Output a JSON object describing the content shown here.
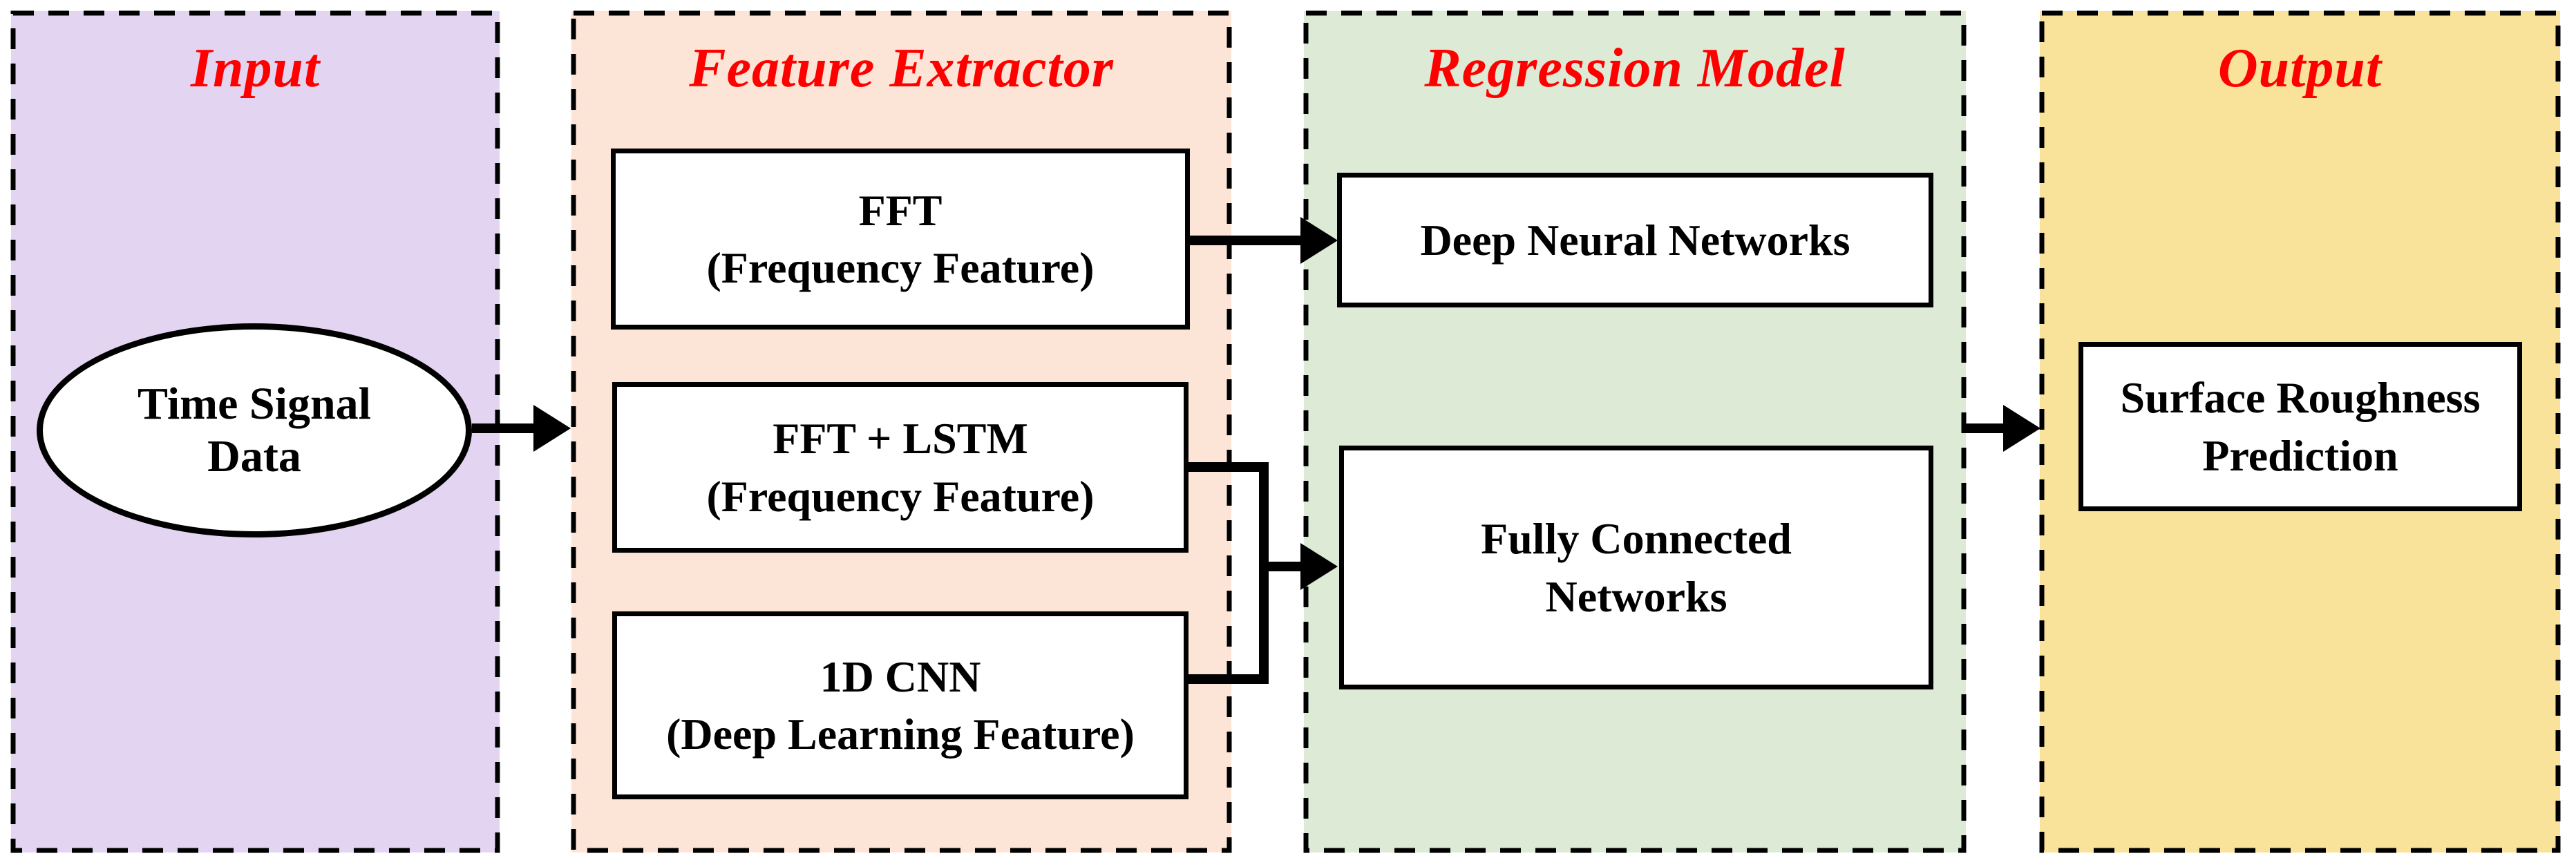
{
  "diagram": {
    "panels": [
      {
        "title": "Input"
      },
      {
        "title": "Feature Extractor"
      },
      {
        "title": "Regression Model"
      },
      {
        "title": "Output"
      }
    ],
    "input_node": {
      "line1": "Time Signal",
      "line2": "Data"
    },
    "extractor_boxes": [
      {
        "line1": "FFT",
        "line2": "(Frequency Feature)"
      },
      {
        "line1": "FFT + LSTM",
        "line2": "(Frequency Feature)"
      },
      {
        "line1": "1D CNN",
        "line2": "(Deep Learning Feature)"
      }
    ],
    "regression_boxes": [
      {
        "line1": "Deep Neural Networks"
      },
      {
        "line1": "Fully Connected",
        "line2": "Networks"
      }
    ],
    "output_box": {
      "line1": "Surface Roughness",
      "line2": "Prediction"
    },
    "colors": {
      "panel_fill_input": "#E3D5F1",
      "panel_fill_extractor": "#FCE4D6",
      "panel_fill_regression": "#DCEAD6",
      "panel_fill_output": "#F9E29A",
      "title_color": "#FF0000",
      "line_color": "#000000",
      "node_fill": "#FFFFFF"
    }
  }
}
